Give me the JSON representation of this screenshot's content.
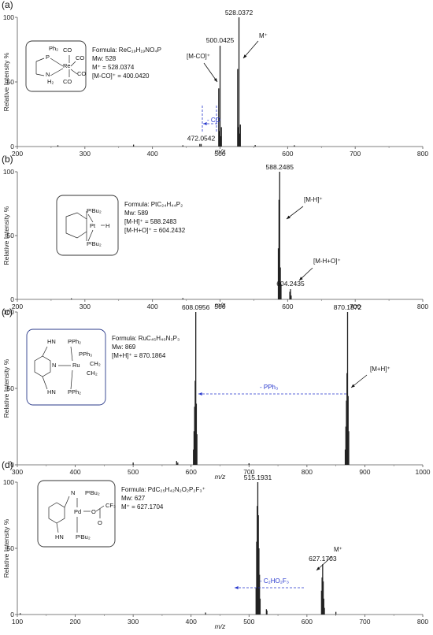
{
  "chart_data": [
    {
      "type": "bar",
      "panel_label": "(a)",
      "xlabel": "m/z",
      "ylabel": "Relative Intensity %",
      "xlim": [
        200,
        800
      ],
      "ylim": [
        0,
        100
      ],
      "xticks": [
        "200",
        "300",
        "400",
        "500",
        "600",
        "700",
        "800"
      ],
      "yticks": [
        "0",
        "50",
        "100"
      ],
      "peaks": [
        {
          "x": 528.0372,
          "y": 100,
          "label": "528.0372"
        },
        {
          "x": 526.04,
          "y": 60
        },
        {
          "x": 527.04,
          "y": 15
        },
        {
          "x": 529.04,
          "y": 10
        },
        {
          "x": 530.04,
          "y": 17
        },
        {
          "x": 500.0425,
          "y": 78,
          "label": "500.0425"
        },
        {
          "x": 498.04,
          "y": 45
        },
        {
          "x": 499.04,
          "y": 12
        },
        {
          "x": 501.04,
          "y": 8
        },
        {
          "x": 502.04,
          "y": 15
        },
        {
          "x": 472.0542,
          "y": 2,
          "label": "472.0542"
        },
        {
          "x": 470.05,
          "y": 2
        },
        {
          "x": 372,
          "y": 1.5
        },
        {
          "x": 552,
          "y": 1.2
        },
        {
          "x": 610,
          "y": 1
        },
        {
          "x": 260,
          "y": 1
        },
        {
          "x": 445,
          "y": 1
        }
      ],
      "annotations": [
        {
          "text": "M⁺",
          "x": 528
        },
        {
          "text": "[M-CO]⁺",
          "x": 500
        },
        {
          "text": "- CO",
          "x": 480
        }
      ],
      "info": [
        "Formula: ReC₁₉H₁₉NO₄P",
        "Mw: 528",
        "M⁺ = 528.0374",
        "[M-CO]⁺ = 400.0420"
      ],
      "structure": {
        "type": "Re-complex",
        "labels": [
          "Ph₂",
          "P",
          "Re",
          "CO",
          "CO",
          "CO",
          "CO",
          "N",
          "H₂"
        ]
      }
    },
    {
      "type": "bar",
      "panel_label": "(b)",
      "xlabel": "m/z",
      "ylabel": "Relative Intensity %",
      "xlim": [
        200,
        800
      ],
      "ylim": [
        0,
        100
      ],
      "xticks": [
        "200",
        "300",
        "400",
        "500",
        "600",
        "700",
        "800"
      ],
      "yticks": [
        "0",
        "50",
        "100"
      ],
      "peaks": [
        {
          "x": 588.2485,
          "y": 100,
          "label": "588.2485"
        },
        {
          "x": 587.25,
          "y": 78
        },
        {
          "x": 586.25,
          "y": 40
        },
        {
          "x": 589.25,
          "y": 25
        },
        {
          "x": 590.25,
          "y": 12
        },
        {
          "x": 604.2435,
          "y": 8,
          "label": "604.2435"
        },
        {
          "x": 603.24,
          "y": 6
        },
        {
          "x": 605.24,
          "y": 3
        },
        {
          "x": 445,
          "y": 1
        },
        {
          "x": 280,
          "y": 0.8
        }
      ],
      "annotations": [
        {
          "text": "[M-H]⁺",
          "x": 588
        },
        {
          "text": "[M-H+O]⁺",
          "x": 604
        }
      ],
      "info": [
        "Formula: PtC₂₄H₄₄P₂",
        "Mw: 589",
        "[M-H]⁺ = 588.2483",
        "[M-H+O]⁺ = 604.2432"
      ],
      "structure": {
        "type": "Pt-pincer",
        "labels": [
          "PᵗBu₂",
          "Pt",
          "H",
          "PᵗBu₂"
        ]
      }
    },
    {
      "type": "bar",
      "panel_label": "(c)",
      "xlabel": "m/z",
      "ylabel": "Relative Intensity %",
      "xlim": [
        300,
        1000
      ],
      "ylim": [
        0,
        100
      ],
      "xticks": [
        "300",
        "400",
        "500",
        "600",
        "700",
        "800",
        "900",
        "1000"
      ],
      "yticks": [
        "0",
        "50",
        "100"
      ],
      "peaks": [
        {
          "x": 608.0956,
          "y": 100,
          "label": "608.0956"
        },
        {
          "x": 607.1,
          "y": 55
        },
        {
          "x": 606.1,
          "y": 38
        },
        {
          "x": 605.1,
          "y": 22
        },
        {
          "x": 609.1,
          "y": 40
        },
        {
          "x": 610.1,
          "y": 20
        },
        {
          "x": 604.1,
          "y": 10
        },
        {
          "x": 870.1872,
          "y": 100,
          "label": "870.1872"
        },
        {
          "x": 869.19,
          "y": 60
        },
        {
          "x": 868.19,
          "y": 42
        },
        {
          "x": 867.19,
          "y": 25
        },
        {
          "x": 871.19,
          "y": 45
        },
        {
          "x": 872.19,
          "y": 22
        },
        {
          "x": 866.19,
          "y": 10
        },
        {
          "x": 500,
          "y": 1.5
        },
        {
          "x": 575,
          "y": 2.5
        },
        {
          "x": 577,
          "y": 1.5
        },
        {
          "x": 700,
          "y": 1
        }
      ],
      "annotations": [
        {
          "text": "[M+H]⁺",
          "x": 870
        },
        {
          "text": "- PPh₃",
          "x": 740
        }
      ],
      "info": [
        "Formula: RuC₄₅H₄₀N₃P₃",
        "Mw: 869",
        "[M+H]⁺ = 870.1864"
      ],
      "structure": {
        "type": "Ru-complex",
        "labels": [
          "HN",
          "PPh₂",
          "PPh₃",
          "Ru",
          "CH₂",
          "CH₂",
          "N",
          "HN",
          "PPh₂"
        ]
      }
    },
    {
      "type": "bar",
      "panel_label": "(d)",
      "xlabel": "m/z",
      "ylabel": "Relative Intensity %",
      "xlim": [
        100,
        800
      ],
      "ylim": [
        0,
        100
      ],
      "xticks": [
        "100",
        "200",
        "300",
        "400",
        "500",
        "600",
        "700",
        "800"
      ],
      "yticks": [
        "0",
        "50",
        "100"
      ],
      "peaks": [
        {
          "x": 515.1931,
          "y": 100,
          "label": "515.1931"
        },
        {
          "x": 514.19,
          "y": 82
        },
        {
          "x": 516.19,
          "y": 75
        },
        {
          "x": 513.19,
          "y": 55
        },
        {
          "x": 517.19,
          "y": 50
        },
        {
          "x": 518.19,
          "y": 30
        },
        {
          "x": 512.19,
          "y": 20
        },
        {
          "x": 519.19,
          "y": 12
        },
        {
          "x": 627.1703,
          "y": 38,
          "label": "627.1703"
        },
        {
          "x": 626.17,
          "y": 28
        },
        {
          "x": 625.17,
          "y": 18
        },
        {
          "x": 628.17,
          "y": 25
        },
        {
          "x": 629.17,
          "y": 12
        },
        {
          "x": 630.17,
          "y": 5
        },
        {
          "x": 530,
          "y": 4
        },
        {
          "x": 531,
          "y": 3
        },
        {
          "x": 650,
          "y": 2
        },
        {
          "x": 425,
          "y": 1.5
        },
        {
          "x": 105,
          "y": 1
        }
      ],
      "annotations": [
        {
          "text": "M⁺",
          "x": 627
        },
        {
          "text": "- C₂HO₂F₃",
          "x": 575
        }
      ],
      "info": [
        "Formula: PdC₂₅H₄₂N₂O₂P₂F₃⁺",
        "Mw: 627",
        "M⁺ = 627.1704"
      ],
      "structure": {
        "type": "Pd-complex",
        "labels": [
          "N",
          "PᵗBu₂",
          "Pd",
          "O",
          "CF₃",
          "O",
          "HN",
          "PᵗBu₂"
        ]
      }
    }
  ]
}
